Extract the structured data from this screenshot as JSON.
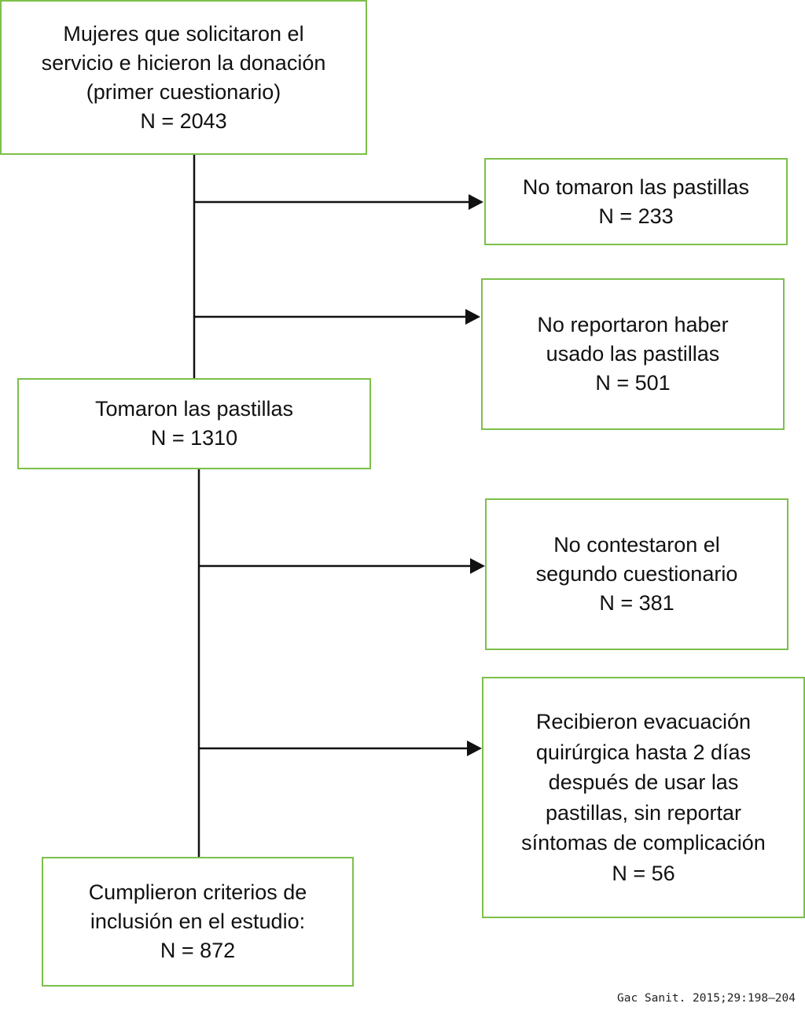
{
  "boxes": {
    "initial": {
      "lines": [
        "Mujeres que solicitaron el",
        "servicio e hicieron la donación",
        "(primer cuestionario)",
        "N = 2043"
      ]
    },
    "took_pills": {
      "lines": [
        "Tomaron las pastillas",
        "N = 1310"
      ]
    },
    "included": {
      "lines": [
        "Cumplieron criterios de",
        "inclusión en el estudio:",
        "N = 872"
      ]
    },
    "excl_not_taken": {
      "lines": [
        "No tomaron las pastillas",
        "N = 233"
      ]
    },
    "excl_not_reported": {
      "lines": [
        "No reportaron haber",
        "usado las pastillas",
        "N = 501"
      ]
    },
    "excl_no_second": {
      "lines": [
        "No contestaron el",
        "segundo cuestionario",
        "N = 381"
      ]
    },
    "excl_surgical": {
      "lines": [
        "Recibieron evacuación",
        "quirúrgica hasta 2 días",
        "después de usar las",
        "pastillas, sin reportar",
        "síntomas de complicación",
        "N = 56"
      ]
    }
  },
  "credit": "Gac Sanit. 2015;29:198–204",
  "colors": {
    "box_border": "#7cbf4a",
    "connector": "#111111"
  }
}
